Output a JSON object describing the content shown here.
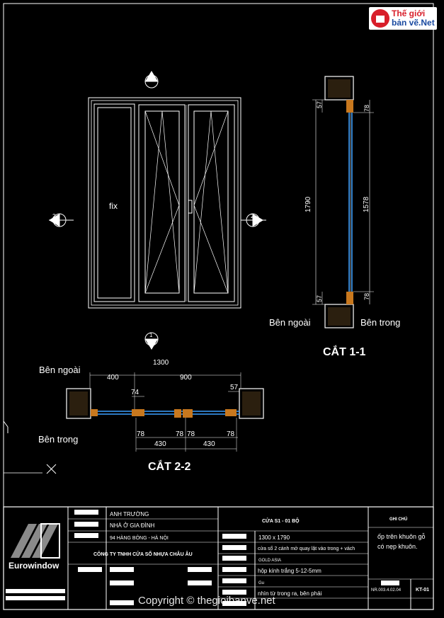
{
  "brand": {
    "line1": "Thế giới",
    "line2": "bản vẽ.Net"
  },
  "elevation": {
    "fix_label": "fix",
    "section_1_top": "1",
    "section_1_bottom": "1",
    "section_2_left": "2",
    "section_2_right": "2",
    "width_dim": "1300"
  },
  "section_1_1": {
    "title": "CẮT 1-1",
    "dim_total": "1790",
    "dim_sash": "1578",
    "dim_top_57": "57",
    "dim_top_78": "78",
    "dim_bot_57": "57",
    "dim_bot_78": "78",
    "label_outside": "Bên ngoài",
    "label_inside": "Bên trong"
  },
  "section_2_2": {
    "title": "CẮT 2-2",
    "label_outside": "Bên ngoài",
    "label_inside": "Bên trong",
    "dim_400": "400",
    "dim_900": "900",
    "dim_74": "74",
    "dim_57": "57",
    "dim_78_a": "78",
    "dim_78_b": "78",
    "dim_78_c": "78",
    "dim_78_d": "78",
    "dim_430_a": "430",
    "dim_430_b": "430"
  },
  "title_block": {
    "company_logo_text": "Eurowindow",
    "field_person": "ANH TRƯỜNG",
    "field_project": "NHÀ Ở GIA ĐÌNH",
    "field_address": "94 HÀNG BÔNG - HÀ NỘI",
    "field_company": "CÔNG TY TNHH CỬA SỔ NHỰA CHÂU ÂU",
    "door_code": "CỬA S1 - 01 BỘ",
    "size": "1300 x 1790",
    "door_type": "cửa sổ 2 cánh mở quay lật vào trong + vách",
    "hardware": "GOLD ASIA",
    "glass": "hộp kính trắng 5-12-5mm",
    "color": "Gu",
    "view_note": "nhìn từ trong ra, bên phải",
    "notes_title": "GHI CHÚ",
    "notes_line1": "ốp trên khuôn gỗ",
    "notes_line2": "có nẹp khuôn.",
    "doc_number": "NR.003.4.02.04",
    "sheet": "KT-01"
  },
  "copyright": "Copyright © thegioibanve.net"
}
